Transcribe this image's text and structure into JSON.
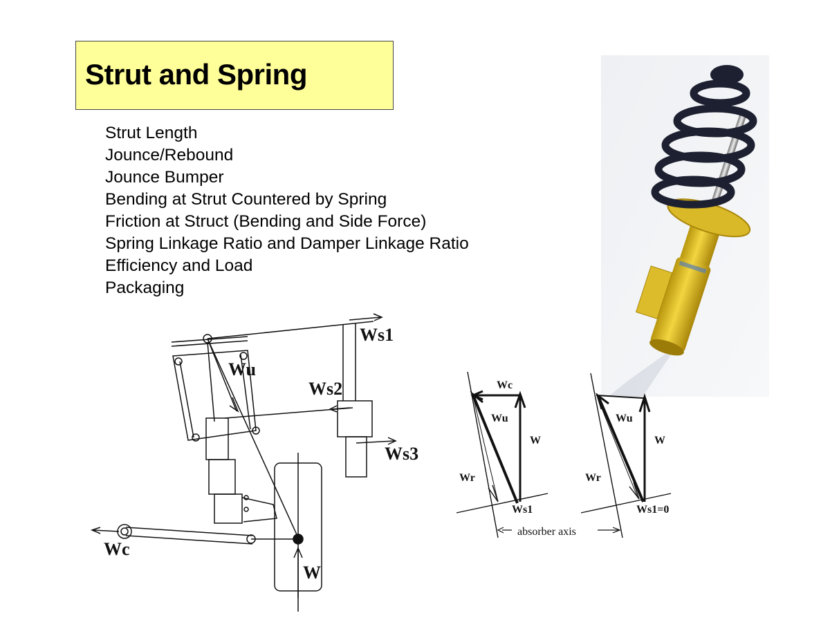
{
  "slide": {
    "title": "Strut and Spring",
    "bullets": [
      "Strut Length",
      "Jounce/Rebound",
      "Jounce Bumper",
      "Bending at Strut Countered by Spring",
      "Friction at Struct (Bending and Side Force)",
      "Spring Linkage Ratio and Damper Linkage Ratio",
      "Efficiency and Load",
      "Packaging"
    ]
  },
  "linkage_diagram": {
    "labels": {
      "ws1": "Ws1",
      "ws2": "Ws2",
      "ws3": "Ws3",
      "wu": "Wu",
      "wc": "Wc",
      "w": "W"
    }
  },
  "vector_diagram": {
    "left": {
      "wc": "Wc",
      "wu": "Wu",
      "w": "W",
      "wr": "Wr",
      "ws1": "Ws1"
    },
    "right": {
      "wu": "Wu",
      "w": "W",
      "wr": "Wr",
      "ws1": "Ws1=0"
    },
    "axis_label": "absorber axis"
  },
  "colors": {
    "title_bg": "#ffff99",
    "strut_yellow": "#e8c62c",
    "spring_black": "#1a1a2a"
  }
}
